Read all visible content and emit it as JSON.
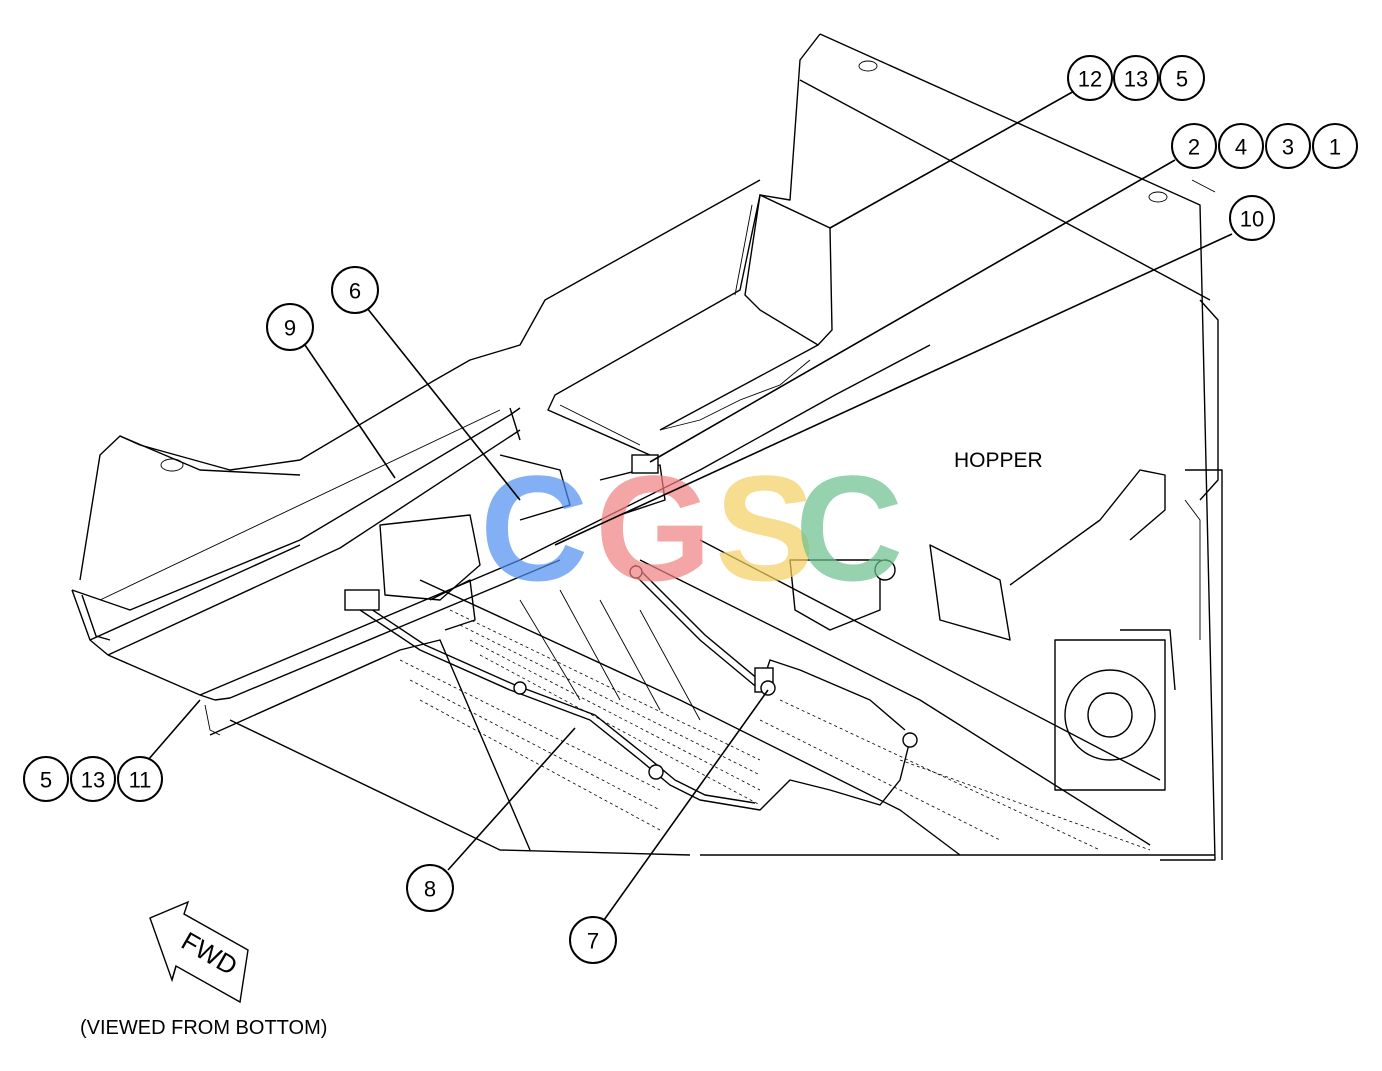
{
  "hopper_label": "HOPPER",
  "view_note": "(VIEWED FROM BOTTOM)",
  "fwd_label": "FWD",
  "watermark": {
    "letters": [
      "C",
      "G",
      "S",
      "C"
    ],
    "colors": [
      "#4f8ff0",
      "#f08080",
      "#f5d060",
      "#6cc08c"
    ]
  },
  "callouts": {
    "group_top": [
      "12",
      "13",
      "5"
    ],
    "group_upper_right": [
      "2",
      "4",
      "3",
      "1"
    ],
    "right_10": [
      "10"
    ],
    "item_6": [
      "6"
    ],
    "item_9": [
      "9"
    ],
    "group_bottom_left": [
      "5",
      "13",
      "11"
    ],
    "item_8": [
      "8"
    ],
    "item_7": [
      "7"
    ]
  }
}
